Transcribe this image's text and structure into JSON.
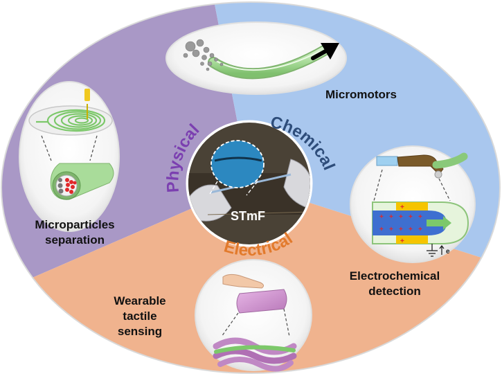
{
  "diagram": {
    "center_label": "STmF",
    "categories": {
      "physical": "Physical",
      "chemical": "Chemical",
      "electrical": "Electrical"
    },
    "applications": {
      "micromotors": "Micromotors",
      "separation_line1": "Microparticles",
      "separation_line2": "separation",
      "electrochem_line1": "Electrochemical",
      "electrochem_line2": "detection",
      "wearable_line1": "Wearable",
      "wearable_line2": "tactile",
      "wearable_line3": "sensing"
    },
    "charge_symbol": "+",
    "electron_label": "e",
    "colors": {
      "physical_sector": "#a998c6",
      "chemical_sector": "#a9c7ee",
      "electrical_sector": "#f0b38e",
      "physical_text": "#7b3fb0",
      "chemical_text": "#2e4d7a",
      "electrical_text": "#e27a2c",
      "fiber_green": "#a9dc9a"
    }
  }
}
